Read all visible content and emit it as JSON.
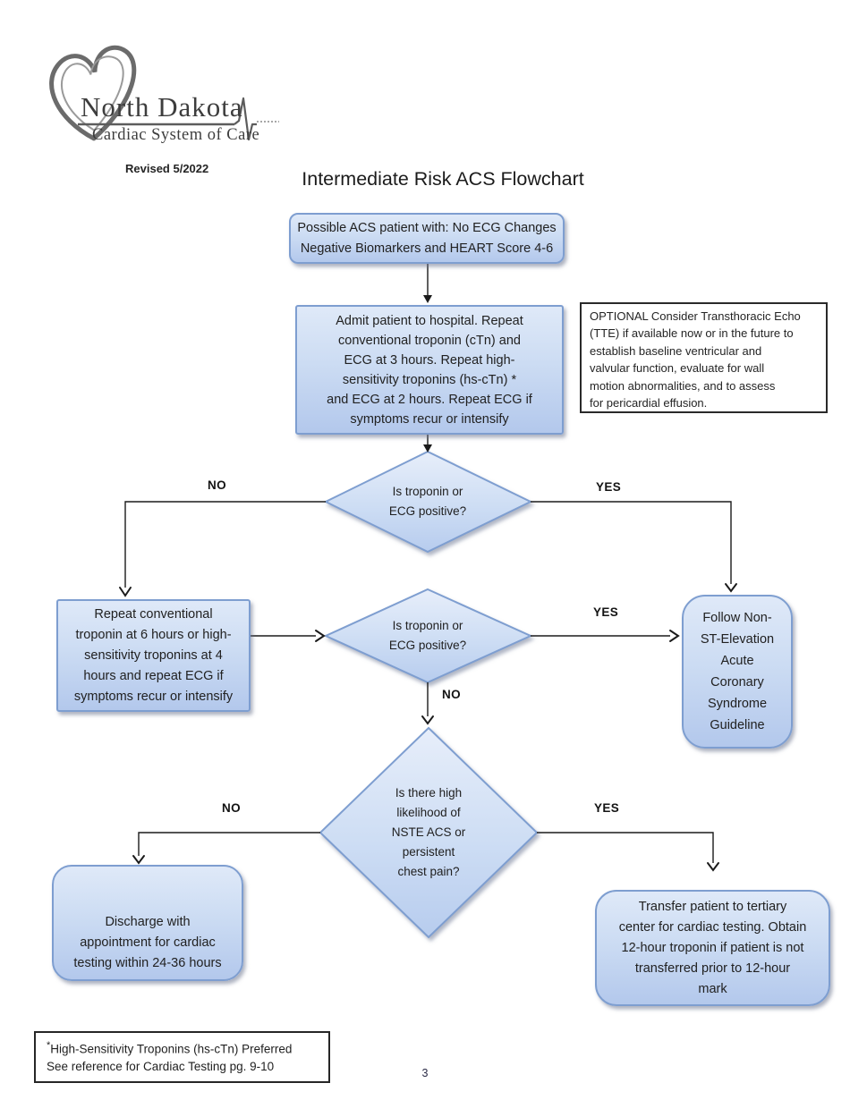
{
  "page": {
    "number": "3"
  },
  "logo": {
    "name": "North Dakota",
    "tagline": "Cardiac System of Care",
    "revised": "Revised 5/2022",
    "heart_icon": "sketched-heart-outline",
    "ecg_icon": "ecg-pulse-trace"
  },
  "title": "Intermediate Risk ACS Flowchart",
  "colors": {
    "node_border": "#7e9ed0",
    "node_fill_top": "#e7eefa",
    "node_fill_bottom": "#b7ccee",
    "connector_line": "#1b1b1b",
    "note_border": "#2a2a2a"
  },
  "nodes": {
    "start": "Possible ACS patient with: No ECG Changes\nNegative Biomarkers and HEART Score 4-6",
    "admit": "Admit patient to hospital. Repeat\nconventional troponin (cTn) and\nECG at 3 hours. Repeat high-\nsensitivity troponins (hs-cTn) *\nand ECG at 2 hours. Repeat ECG if\nsymptoms recur or intensify",
    "optional_note": "OPTIONAL Consider Transthoracic Echo\n(TTE) if available now or in the future to\nestablish baseline ventricular and\nvalvular function, evaluate for wall\nmotion abnormalities, and to assess\nfor pericardial effusion.",
    "decision1": "Is troponin or\nECG positive?",
    "repeat": "Repeat conventional\ntroponin at 6 hours or high-\nsensitivity troponins at 4\nhours and repeat ECG if\nsymptoms recur or intensify",
    "decision2": "Is troponin or\nECG positive?",
    "follow": "Follow Non-\nST-Elevation\nAcute\nCoronary\nSyndrome\nGuideline",
    "decision3": "Is there high\nlikelihood of\nNSTE ACS or\npersistent\nchest pain?",
    "discharge": "Discharge with\nappointment for cardiac\ntesting within 24-36 hours",
    "transfer": "Transfer patient to tertiary\ncenter for cardiac testing. Obtain\n12-hour troponin if patient is not\ntransferred prior to 12-hour\nmark"
  },
  "edge_labels": {
    "decision1_no": "NO",
    "decision1_yes": "YES",
    "decision2_yes": "YES",
    "decision2_no": "NO",
    "decision3_no": "NO",
    "decision3_yes": "YES"
  },
  "footnote": {
    "star": "*",
    "line1": "High-Sensitivity Troponins (hs-cTn) Preferred",
    "line2": "See reference for Cardiac Testing pg. 9-10"
  }
}
